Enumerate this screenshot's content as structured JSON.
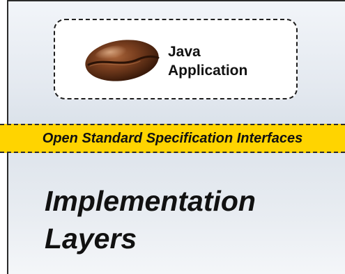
{
  "application": {
    "title": "Java\nApplication",
    "icon": "coffee-bean-icon"
  },
  "specification_layer": {
    "label": "Open Standard Specification Interfaces",
    "color": "#ffd400"
  },
  "implementation_layer": {
    "label": "Implementation\nLayers"
  }
}
